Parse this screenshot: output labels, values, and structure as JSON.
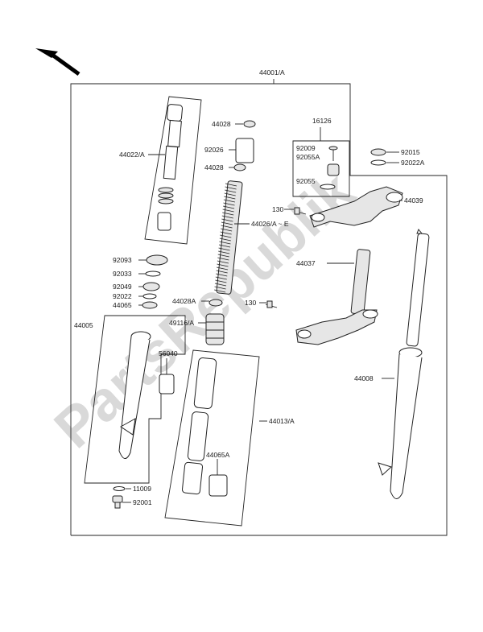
{
  "watermark": "PartsRepublik",
  "labels": {
    "l44001": "44001/A",
    "l44022": "44022/A",
    "l44028a": "44028",
    "l92026": "92026",
    "l44028b": "44028",
    "l44026": "44026/A ~ E",
    "l16126": "16126",
    "l92009": "92009",
    "l92055A": "92055A",
    "l92055": "92055",
    "l92015": "92015",
    "l92022A": "92022A",
    "l130a": "130",
    "l44039": "44039",
    "l44037": "44037",
    "l130b": "130",
    "l92093": "92093",
    "l92033": "92033",
    "l92049": "92049",
    "l92022": "92022",
    "l44065": "44065",
    "l44028A": "44028A",
    "l49116": "49116/A",
    "l44005": "44005",
    "l56040": "56040",
    "l44008": "44008",
    "l44013": "44013/A",
    "l44065A": "44065A",
    "l11009": "11009",
    "l92001": "92001"
  }
}
